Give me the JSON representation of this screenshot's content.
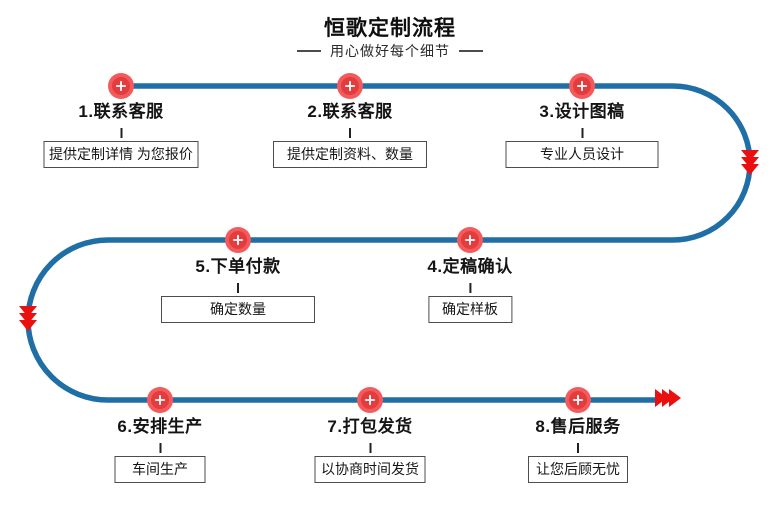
{
  "header": {
    "title": "恒歌定制流程",
    "subtitle": "用心做好每个细节"
  },
  "steps": [
    {
      "label": "1.联系客服",
      "note": "提供定制详情 为您报价"
    },
    {
      "label": "2.联系客服",
      "note": "提供定制资料、数量"
    },
    {
      "label": "3.设计图稿",
      "note": "专业人员设计"
    },
    {
      "label": "4.定稿确认",
      "note": "确定样板"
    },
    {
      "label": "5.下单付款",
      "note": "确定数量"
    },
    {
      "label": "6.安排生产",
      "note": "车间生产"
    },
    {
      "label": "7.打包发货",
      "note": "以协商时间发货"
    },
    {
      "label": "8.售后服务",
      "note": "让您后顾无忧"
    }
  ],
  "icons": {
    "step_node": "plus-node-icon",
    "flow_arrow": "triple-chevron-arrow-icon"
  },
  "colors": {
    "flow_line_blue": "#1f6fa6",
    "arrow_red": "#ea1010",
    "node_outer_red": "#f4595c",
    "node_inner_red": "#e23c3f",
    "text_dark": "#141414",
    "box_border": "#4d4d4d"
  }
}
